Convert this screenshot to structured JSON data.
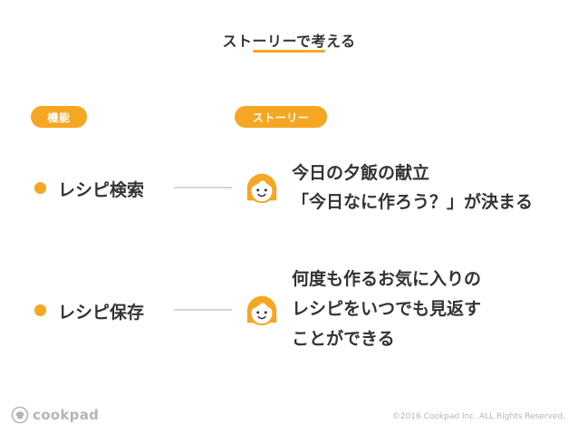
{
  "slide": {
    "title": "ストーリーで考える"
  },
  "columns": {
    "feature_label": "機能",
    "story_label": "ストーリー"
  },
  "rows": [
    {
      "feature": "レシピ検索",
      "story_lines": [
        "今日の夕飯の献立",
        "「今日なに作ろう？」が決まる"
      ]
    },
    {
      "feature": "レシピ保存",
      "story_lines": [
        "何度も作るお気に入りの",
        "レシピをいつでも見返す",
        "ことができる"
      ]
    }
  ],
  "footer": {
    "logo_text": "cookpad",
    "copyright": "©2016 Cookpad Inc. ALL Rights Reserved."
  },
  "colors": {
    "accent": "#f5a623",
    "text": "#333333",
    "muted": "#b5b5b5",
    "connector": "#d6d6d6"
  },
  "icons": {
    "story_face": "woman-face-icon",
    "logo": "cookpad-chef-icon"
  }
}
